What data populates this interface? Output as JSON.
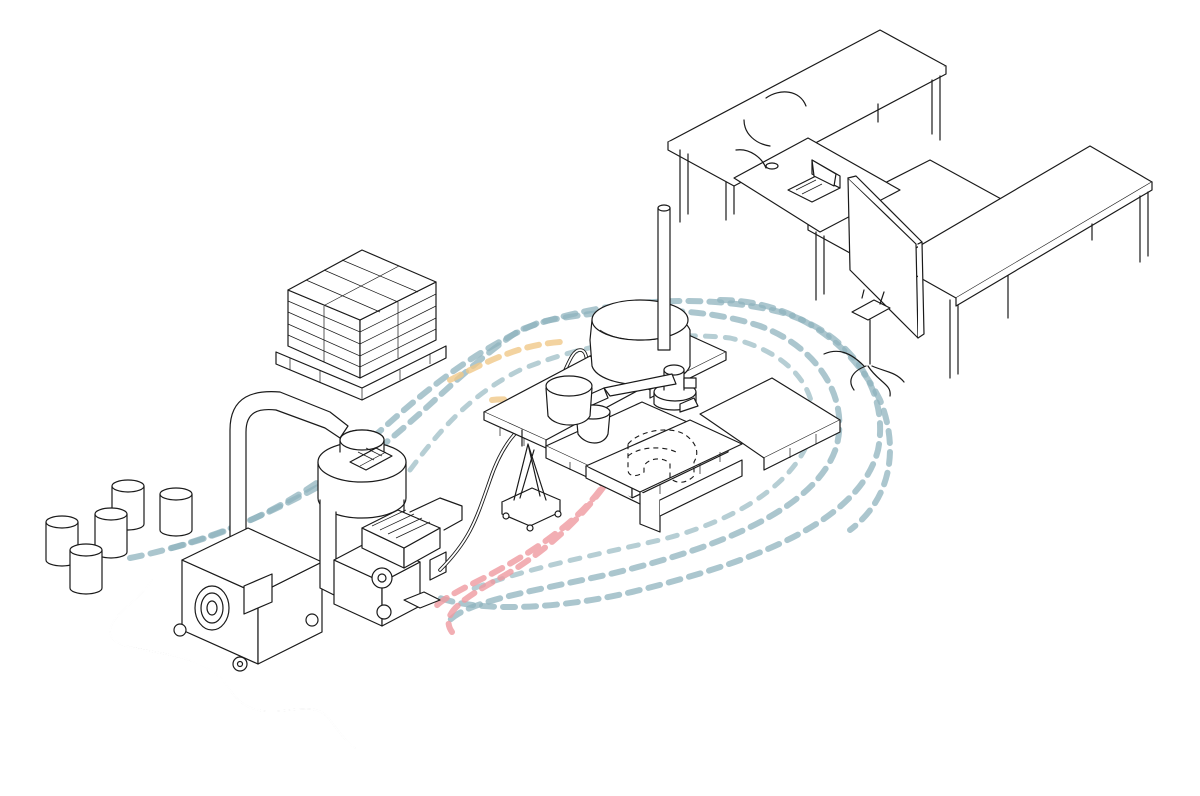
{
  "figure": {
    "style": "isometric line drawing",
    "colors": {
      "line": "#1a1a1a",
      "path_teal": "#8fb3bd",
      "path_yellow": "#f0c888",
      "path_red": "#ef9aa0"
    },
    "objects": [
      {
        "name": "stacked-buckets",
        "count": 6
      },
      {
        "name": "dust-extractor",
        "count": 1
      },
      {
        "name": "mixing-pump",
        "count": 1
      },
      {
        "name": "pallet-of-bags",
        "count": 1
      },
      {
        "name": "print-platform-pallets",
        "count": 4
      },
      {
        "name": "robot-arm",
        "count": 1
      },
      {
        "name": "material-cart",
        "count": 1
      },
      {
        "name": "workbenches",
        "count": 2
      },
      {
        "name": "laptop",
        "count": 1
      },
      {
        "name": "divider-panel",
        "count": 1
      },
      {
        "name": "office-chair",
        "count": 1
      }
    ],
    "motion_paths": [
      {
        "name": "teal-outer-loop",
        "color": "#8fb3bd"
      },
      {
        "name": "teal-inner-loop",
        "color": "#8fb3bd"
      },
      {
        "name": "yellow-path",
        "color": "#f0c888"
      },
      {
        "name": "red-path",
        "color": "#ef9aa0"
      }
    ]
  }
}
